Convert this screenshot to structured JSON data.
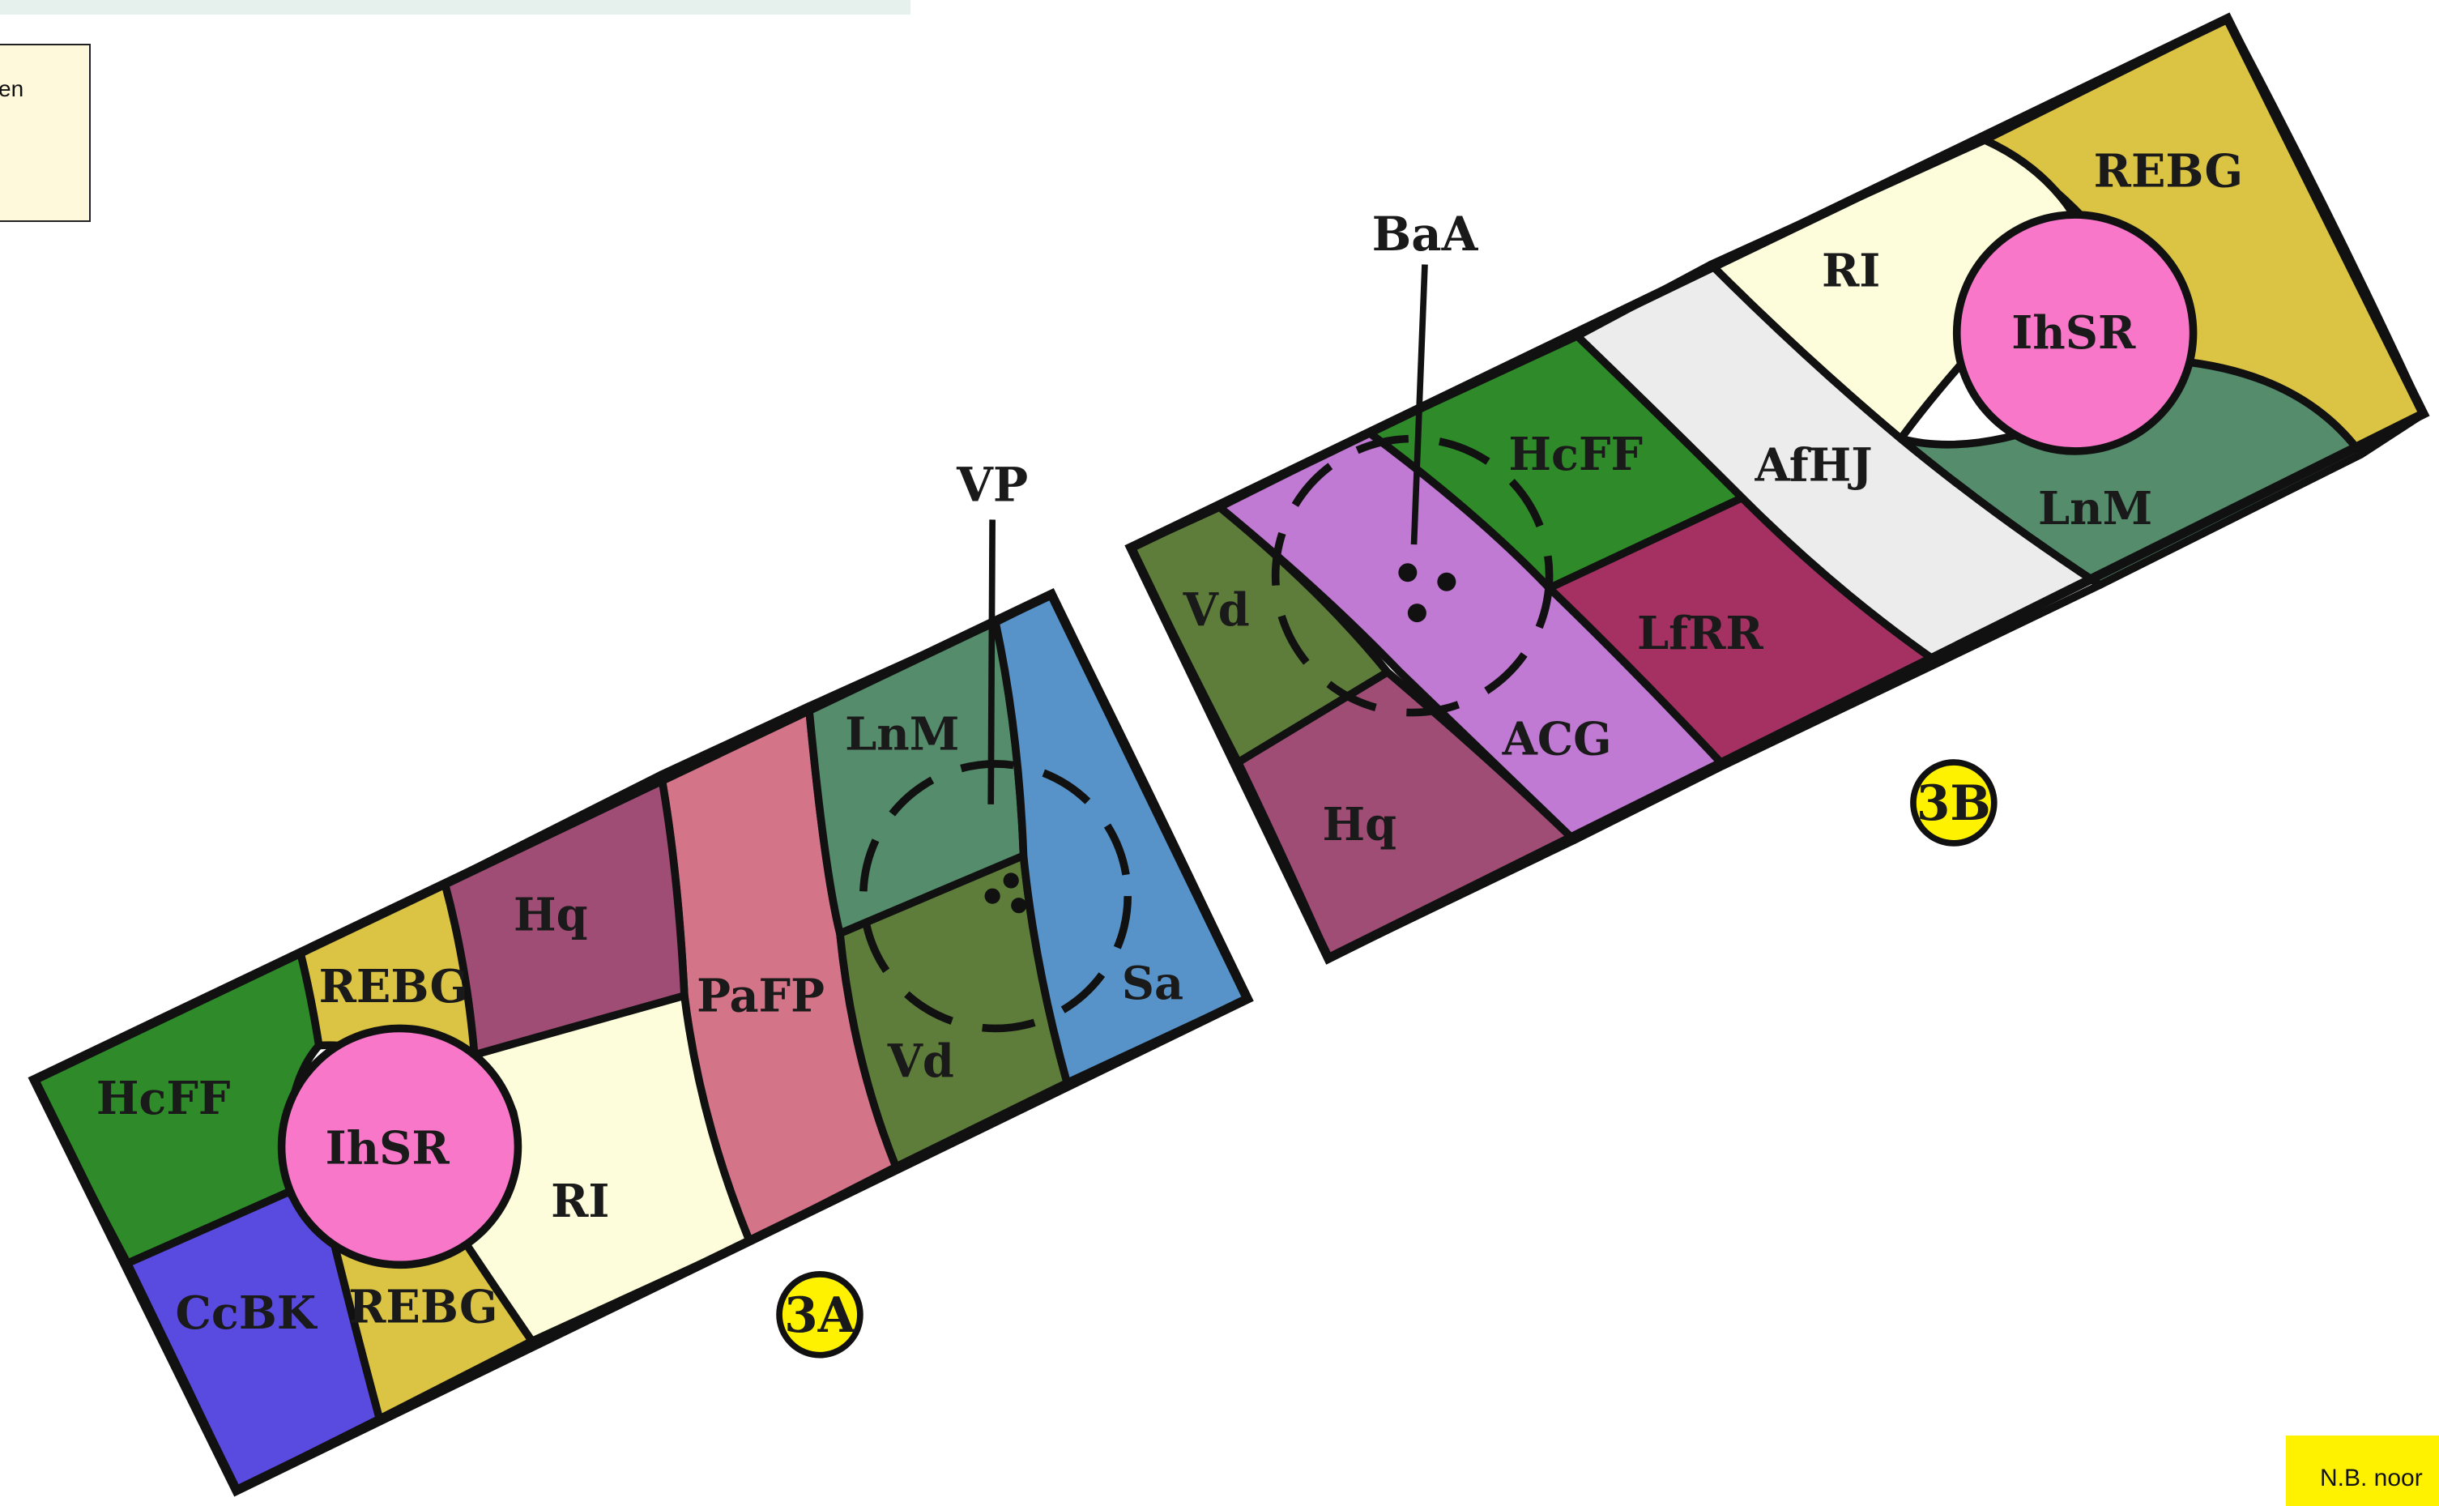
{
  "note": {
    "text": "en"
  },
  "footer": {
    "text": "N.B. noor"
  },
  "colors": {
    "green": "#2f8a2a",
    "olive": "#5e7d3a",
    "teal": "#558c6c",
    "mustard": "#dbc444",
    "plum": "#a04d76",
    "rose": "#d47488",
    "cream": "#fdfddc",
    "pink": "#f977c9",
    "violet": "#5a4be0",
    "blue": "#5793c8",
    "lilac": "#c17ad3",
    "maroon": "#a43162",
    "lightgray": "#ececec",
    "badge": "#fff200"
  },
  "panel_3a": {
    "badge": "3A",
    "pointer_label": "VP",
    "regions": {
      "hcff": "HcFF",
      "ihsr": "IhSR",
      "ccbk": "CcBK",
      "rebg_top": "REBG",
      "rebg_bottom": "REBG",
      "hq": "Hq",
      "ri": "RI",
      "pafp": "PaFP",
      "lnm": "LnM",
      "vd": "Vd",
      "sa": "Sa"
    }
  },
  "panel_3b": {
    "badge": "3B",
    "pointer_label": "BaA",
    "regions": {
      "vd": "Vd",
      "hq": "Hq",
      "hcff": "HcFF",
      "acg": "ACG",
      "lfrr": "LfRR",
      "afhj": "AfHJ",
      "ri": "RI",
      "ihsr": "IhSR",
      "lnm": "LnM",
      "rebg": "REBG"
    }
  }
}
